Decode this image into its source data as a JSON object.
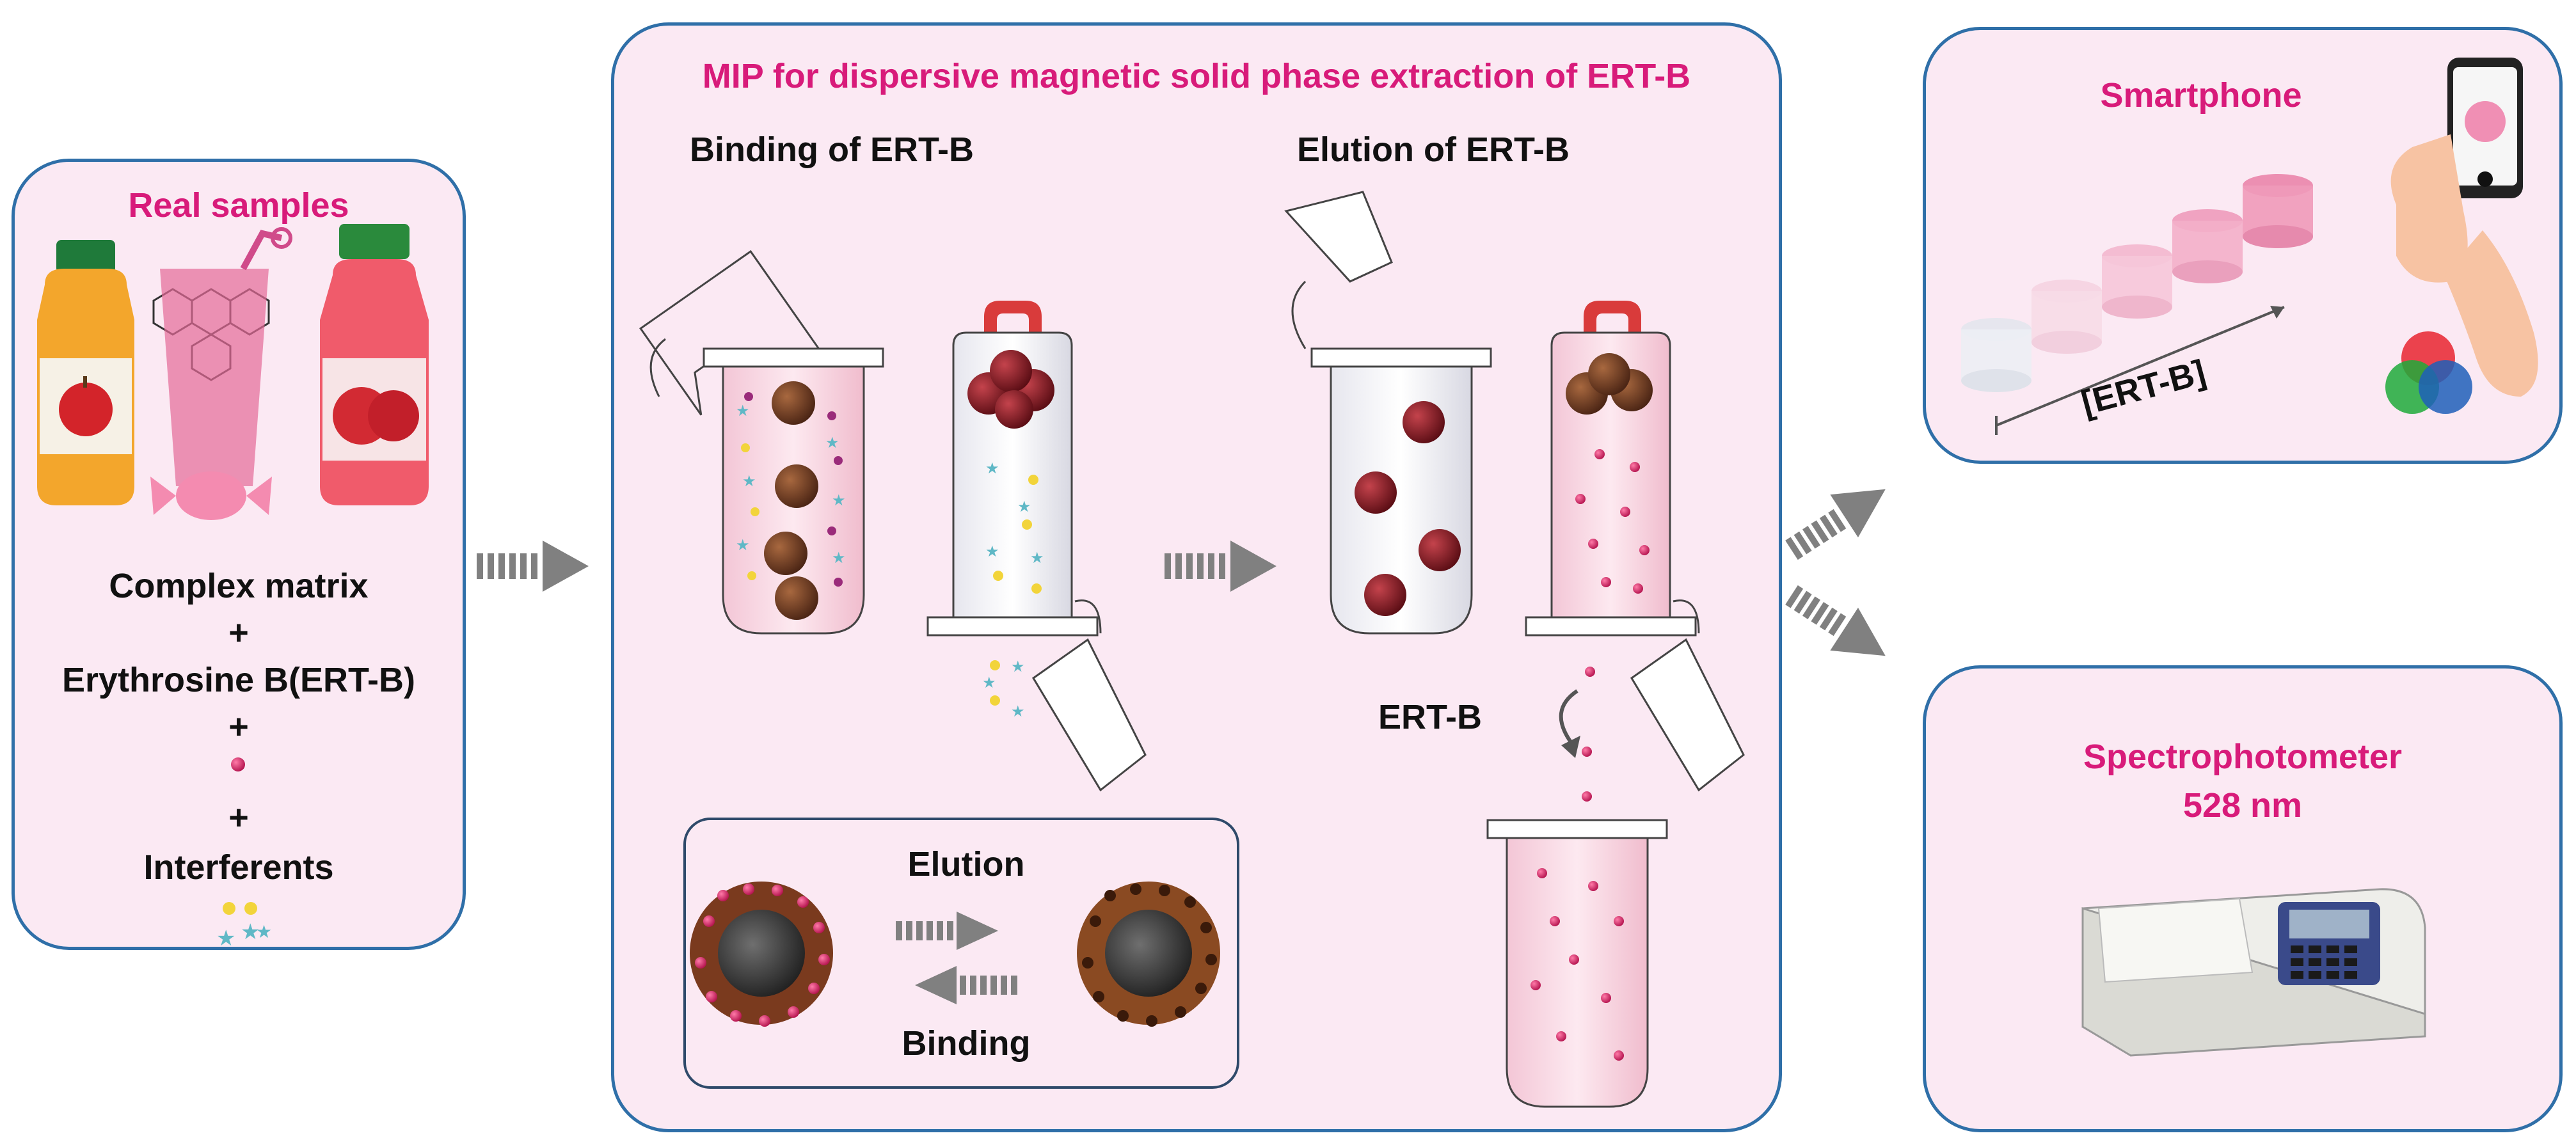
{
  "colors": {
    "panel_bg": "#fbe9f3",
    "panel_border": "#2f6fa8",
    "title_pink": "#d81b7a",
    "text_black": "#111111",
    "arrow_gray": "#808080",
    "particle_brown": "#6b3a22",
    "particle_red": "#8c1a22",
    "ert_b_pink": "#d0205f",
    "interferent_yellow": "#f2d43a",
    "interferent_star": "#5fb8c6"
  },
  "left_panel": {
    "title": "Real samples",
    "complex_matrix": "Complex matrix",
    "plus1": "+",
    "erythrosine": "Erythrosine B(ERT-B)",
    "plus2": "+",
    "plus3": "+",
    "interferents": "Interferents",
    "icons": [
      "apple-juice-bottle-icon",
      "erythrosine-structure-icon",
      "pink-drink-glass-icon",
      "candy-icon",
      "red-juice-bottle-icon"
    ]
  },
  "middle_panel": {
    "title": "MIP for dispersive magnetic solid phase extraction of ERT-B",
    "binding_header": "Binding of ERT-B",
    "elution_header": "Elution of ERT-B",
    "ert_b_label": "ERT-B",
    "inset": {
      "elution_label": "Elution",
      "binding_label": "Binding"
    }
  },
  "right_top_panel": {
    "title": "Smartphone",
    "axis_label": "[ERT-B]",
    "icons": [
      "smartphone-icon",
      "hand-icon",
      "rgb-color-wheel-icon",
      "sample-vials-icon"
    ]
  },
  "right_bottom_panel": {
    "title": "Spectrophotometer",
    "wavelength": "528 nm",
    "icons": [
      "spectrophotometer-icon"
    ]
  }
}
